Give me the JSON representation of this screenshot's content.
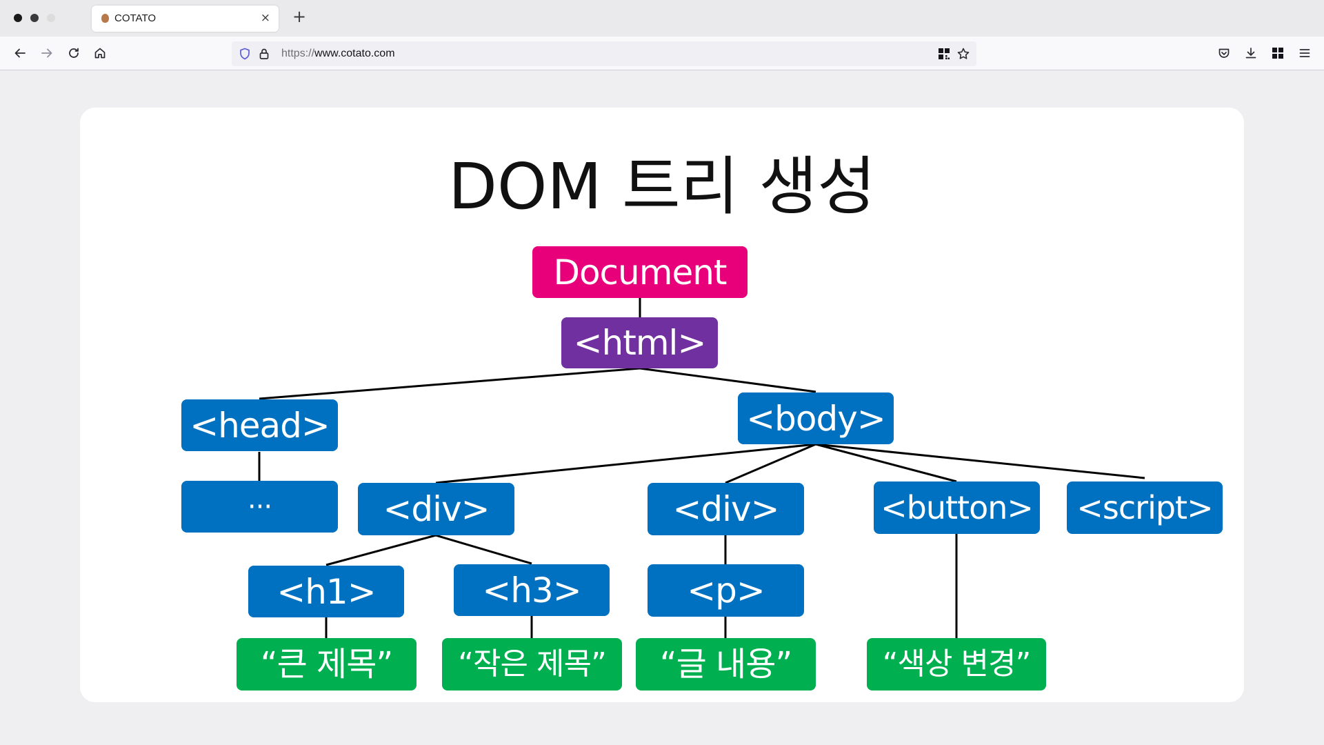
{
  "browser": {
    "tab": {
      "title": "COTATO",
      "close_glyph": "×"
    },
    "new_tab_glyph": "+",
    "url": {
      "protocol": "https://",
      "host": "www.cotato.com"
    },
    "icons": [
      "back-icon",
      "forward-icon",
      "reload-icon",
      "home-icon",
      "shield-icon",
      "lock-icon",
      "qr-grid-icon",
      "star-icon",
      "pocket-icon",
      "download-icon",
      "extensions-icon",
      "menu-icon"
    ]
  },
  "slide": {
    "title": "DOM 트리 생성",
    "nodes": {
      "document": "Document",
      "html": "<html>",
      "head": "<head>",
      "body": "<body>",
      "ellipsis": "···",
      "div1": "<div>",
      "div2": "<div>",
      "button": "<button>",
      "script": "<script>",
      "h1": "<h1>",
      "h3": "<h3>",
      "p": "<p>",
      "text_h1": "“큰 제목”",
      "text_h3": "“작은 제목”",
      "text_p": "“글 내용”",
      "text_button": "“색상 변경”"
    },
    "colors": {
      "document": "#e8007a",
      "html": "#7030a0",
      "element": "#0070c0",
      "text": "#00b050"
    }
  }
}
